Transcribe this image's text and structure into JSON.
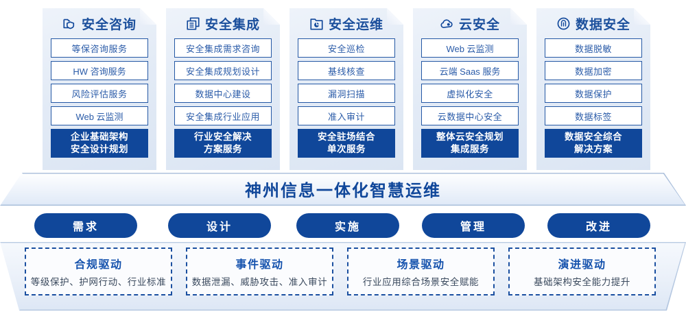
{
  "columns": [
    {
      "icon": "folder-shield-icon",
      "title": "安全咨询",
      "items": [
        "等保咨询服务",
        "HW 咨询服务",
        "风险评估服务",
        "Web 云监测"
      ],
      "footer": [
        "企业基础架构",
        "安全设计规划"
      ]
    },
    {
      "icon": "document-stack-icon",
      "title": "安全集成",
      "items": [
        "安全集成需求咨询",
        "安全集成规划设计",
        "数据中心建设",
        "安全集成行业应用"
      ],
      "footer": [
        "行业安全解决",
        "方案服务"
      ]
    },
    {
      "icon": "folder-chart-icon",
      "title": "安全运维",
      "items": [
        "安全巡检",
        "基线核查",
        "漏洞扫描",
        "准入审计"
      ],
      "footer": [
        "安全驻场结合",
        "单次服务"
      ]
    },
    {
      "icon": "cloud-icon",
      "title": "云安全",
      "items": [
        "Web 云监测",
        "云端 Saas 服务",
        "虚拟化安全",
        "云数据中心安全"
      ],
      "footer": [
        "整体云安全规划",
        "集成服务"
      ]
    },
    {
      "icon": "fingerprint-icon",
      "title": "数据安全",
      "items": [
        "数据脱敏",
        "数据加密",
        "数据保护",
        "数据标签"
      ],
      "footer": [
        "数据安全综合",
        "解决方案"
      ]
    }
  ],
  "banner": {
    "title": "神州信息一体化智慧运维"
  },
  "phases": [
    {
      "label": "需求"
    },
    {
      "label": "设计"
    },
    {
      "label": "实施"
    },
    {
      "label": "管理"
    },
    {
      "label": "改进"
    }
  ],
  "drivers": [
    {
      "title": "合规驱动",
      "subtitle": "等级保护、护网行动、行业标准"
    },
    {
      "title": "事件驱动",
      "subtitle": "数据泄漏、威胁攻击、准入审计"
    },
    {
      "title": "场景驱动",
      "subtitle": "行业应用综合场景安全赋能"
    },
    {
      "title": "演进驱动",
      "subtitle": "基础架构安全能力提升"
    }
  ],
  "colors": {
    "brand_blue": "#10479a",
    "accent_blue": "#1552ad",
    "item_border": "#2357a4",
    "item_text": "#2a5ba8",
    "panel_bg": "#e3ebf6"
  }
}
